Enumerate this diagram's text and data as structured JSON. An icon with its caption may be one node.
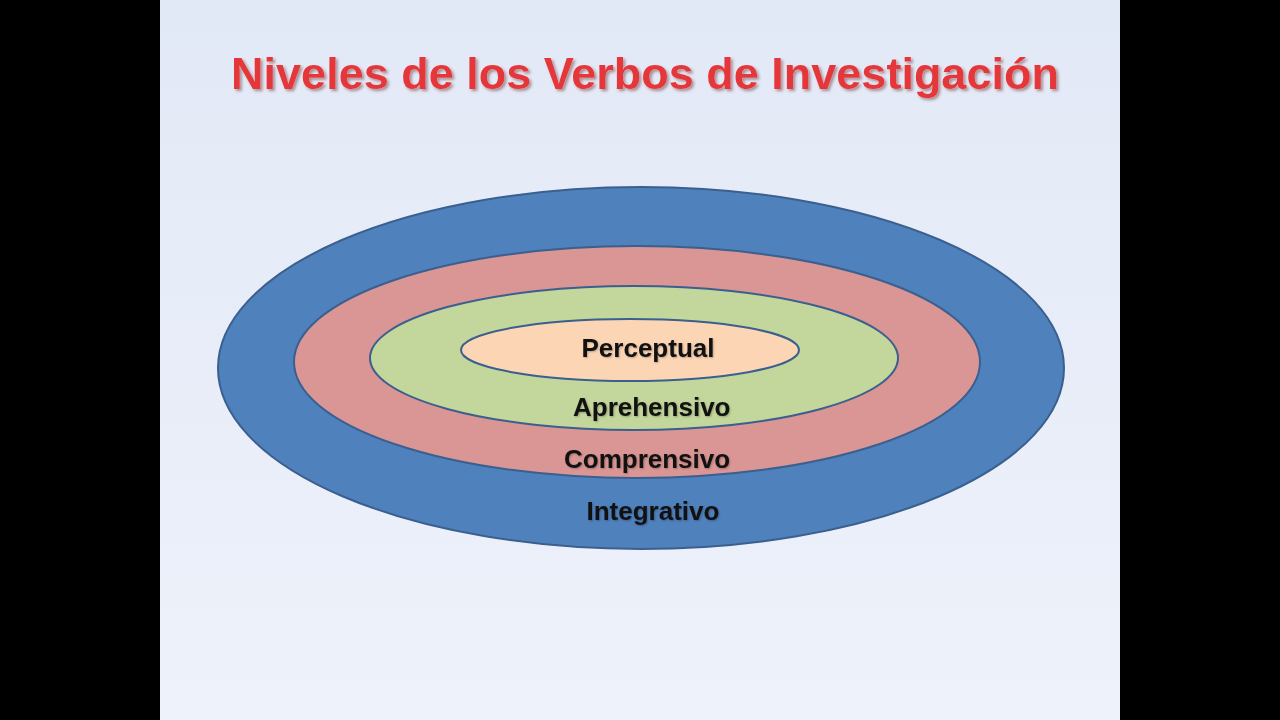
{
  "diagram": {
    "title": "Niveles de los Verbos de Investigación",
    "nodes": [
      {
        "text": [
          "Integrativo"
        ]
      },
      {
        "text": [
          "Comprensivo"
        ],
        "in": 0
      },
      {
        "text": [
          "Aprehensivo"
        ],
        "in": 1
      },
      {
        "text": [
          "Perceptual"
        ],
        "in": 2
      }
    ]
  }
}
